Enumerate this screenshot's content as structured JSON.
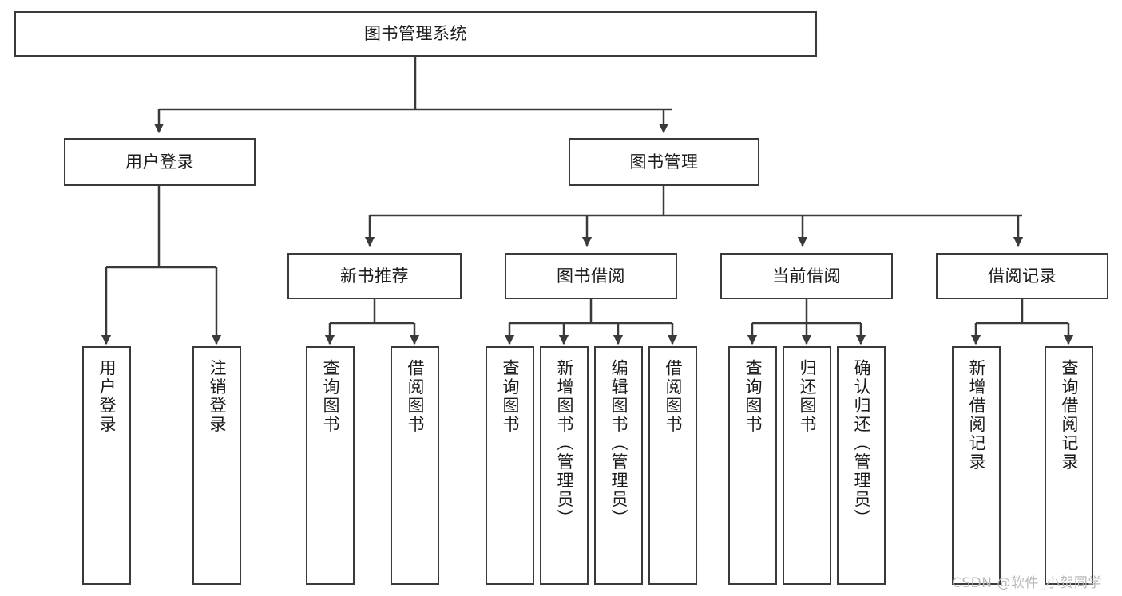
{
  "diagram": {
    "title": "图书管理系统",
    "type": "hierarchy-tree",
    "background_color": "#ffffff",
    "node_border_color": "#3a3a3a",
    "node_fill_color": "#ffffff",
    "text_color": "#1b1b1b",
    "connector_color": "#3a3a3a"
  },
  "root": {
    "label": "图书管理系统"
  },
  "level2": [
    {
      "label": "用户登录"
    },
    {
      "label": "图书管理"
    }
  ],
  "level3": [
    {
      "label": "新书推荐"
    },
    {
      "label": "图书借阅"
    },
    {
      "label": "当前借阅"
    },
    {
      "label": "借阅记录"
    }
  ],
  "leaves": {
    "user_login": [
      {
        "label": "用户登录"
      },
      {
        "label": "注销登录"
      }
    ],
    "new_book_recommend": [
      {
        "label": "查询图书"
      },
      {
        "label": "借阅图书"
      }
    ],
    "book_borrow": [
      {
        "label": "查询图书"
      },
      {
        "label": "新增图书（管理员）"
      },
      {
        "label": "编辑图书（管理员）"
      },
      {
        "label": "借阅图书"
      }
    ],
    "current_borrow": [
      {
        "label": "查询图书"
      },
      {
        "label": "归还图书"
      },
      {
        "label": "确认归还（管理员）"
      }
    ],
    "borrow_record": [
      {
        "label": "新增借阅记录"
      },
      {
        "label": "查询借阅记录"
      }
    ]
  },
  "watermark": {
    "text": "CSDN @软件_小贺同学",
    "color": "#b9b9b9"
  }
}
